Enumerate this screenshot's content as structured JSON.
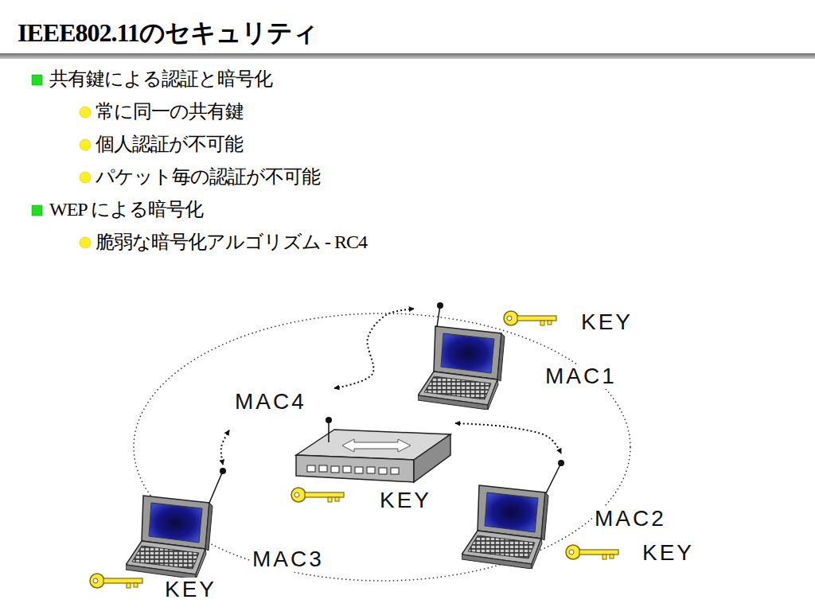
{
  "diagram": {
    "title": "IEEE802.11のセキュリティ",
    "nodes": [
      {
        "text": [
          "MAC1",
          "KEY"
        ]
      },
      {
        "text": [
          "MAC4",
          "KEY"
        ]
      },
      {
        "text": [
          "MAC2",
          "KEY"
        ]
      },
      {
        "text": [
          "MAC3",
          "KEY"
        ]
      }
    ],
    "edges": [
      {
        "from": 1,
        "to": 0,
        "arrow": "both"
      },
      {
        "from": 1,
        "to": 2,
        "arrow": "both"
      },
      {
        "from": 1,
        "to": 3,
        "arrow": "both"
      }
    ],
    "labels": [
      "共有鍵による認証と暗号化",
      "常に同一の共有鍵",
      "個人認証が不可能",
      "パケット毎の認証が不可能",
      "WEP による暗号化",
      "脆弱な暗号化アルゴリズム - RC4"
    ]
  }
}
